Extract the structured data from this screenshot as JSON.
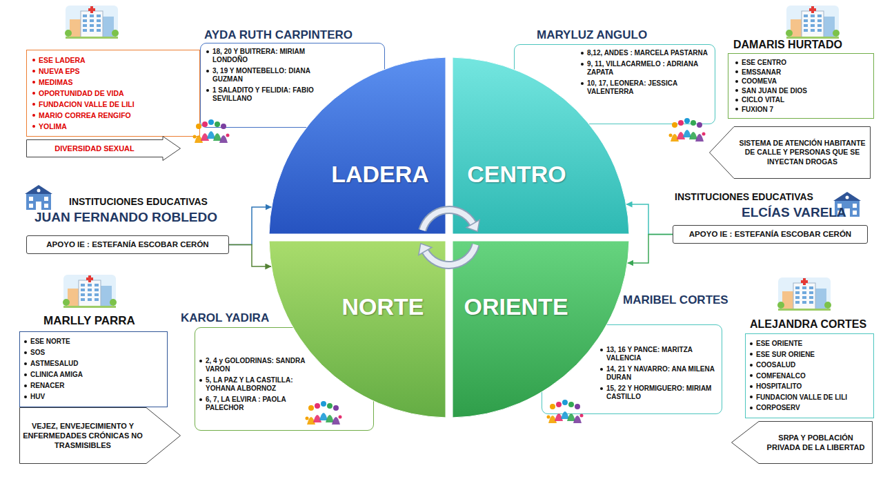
{
  "diagram": {
    "nodes": [
      {
        "text": [
          "LADERA"
        ]
      },
      {
        "text": [
          "CENTRO"
        ]
      },
      {
        "text": [
          "NORTE"
        ]
      },
      {
        "text": [
          "ORIENTE"
        ]
      },
      {
        "text": [
          "AYDA RUTH CARPINTERO",
          "18, 20 Y BUITRERA: MIRIAM LONDOÑO",
          "3, 19 Y MONTEBELLO: DIANA GUZMAN",
          "1 SALADITO Y FELIDIA: FABIO SEVILLANO"
        ]
      },
      {
        "text": [
          "MARYLUZ ANGULO",
          "8,12, ANDES : MARCELA PASTARNA",
          "9, 11, VILLACARMELO : ADRIANA ZAPATA",
          "10, 17, LEONERA: JESSICA VALENTERRA"
        ]
      },
      {
        "text": [
          "KAROL YADIRA",
          "2, 4 y GOLODRINAS: SANDRA VARON",
          "5, LA PAZ Y LA CASTILLA: YOHANA ALBORNOZ",
          "6, 7, LA ELVIRA : PAOLA PALECHOR"
        ]
      },
      {
        "text": [
          "MARIBEL CORTES",
          "13, 16 Y PANCE: MARITZA VALENCIA",
          "14, 21 Y NAVARRO: ANA MILENA DURAN",
          "15, 22 Y HORMIGUERO: MIRIAM CASTILLO"
        ]
      },
      {
        "text": [
          "ESE LADERA",
          "NUEVA EPS",
          "MEDIMAS",
          "OPORTUNIDAD DE VIDA",
          "FUNDACION VALLE DE LILI",
          "MARIO CORREA RENGIFO",
          "YOLIMA"
        ]
      },
      {
        "text": [
          "DIVERSIDAD SEXUAL"
        ]
      },
      {
        "text": [
          "DAMARIS HURTADO",
          "ESE CENTRO",
          "EMSSANAR",
          "COOMEVA",
          "SAN JUAN DE DIOS",
          "CICLO VITAL",
          "FUXION 7"
        ]
      },
      {
        "text": [
          "SISTEMA DE ATENCIÓN HABITANTE DE CALLE Y PERSONAS QUE SE INYECTAN DROGAS"
        ]
      },
      {
        "text": [
          "MARLLY PARRA",
          "ESE NORTE",
          "SOS",
          "ASTMESALUD",
          "CLINICA AMIGA",
          "RENACER",
          "HUV"
        ]
      },
      {
        "text": [
          "VEJEZ, ENVEJECIMIENTO Y ENFERMEDADES CRÓNICAS NO TRASMISIBLES"
        ]
      },
      {
        "text": [
          "ALEJANDRA CORTES",
          "ESE ORIENTE",
          "ESE SUR ORIENE",
          "COOSALUD",
          "COMFENALCO",
          "HOSPITALITO",
          "FUNDACION VALLE DE LILI",
          "CORPOSERV"
        ]
      },
      {
        "text": [
          "SRPA Y POBLACIÓN PRIVADA DE LA LIBERTAD"
        ]
      },
      {
        "text": [
          "INSTITUCIONES EDUCATIVAS",
          "JUAN FERNANDO ROBLEDO",
          "APOYO IE : ESTEFANÍA ESCOBAR CERÓN"
        ]
      },
      {
        "text": [
          "INSTITUCIONES EDUCATIVAS",
          "ELCÍAS VARELA",
          "APOYO IE : ESTEFANÍA ESCOBAR CERÓN"
        ]
      }
    ],
    "edges": [
      {
        "from": 16,
        "to": 0,
        "arrow": "to"
      },
      {
        "from": 16,
        "to": 2,
        "arrow": "to"
      },
      {
        "from": 17,
        "to": 1,
        "arrow": "to"
      },
      {
        "from": 17,
        "to": 3,
        "arrow": "to"
      }
    ]
  }
}
